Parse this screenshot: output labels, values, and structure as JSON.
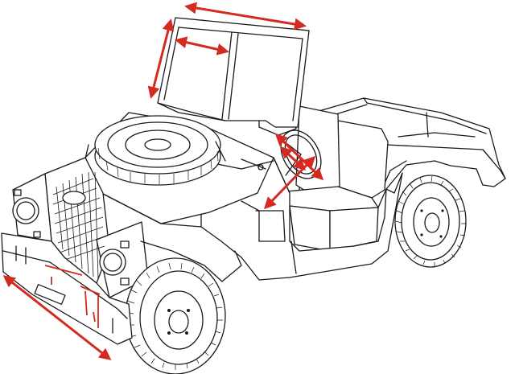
{
  "diagram": {
    "subject": "vehicle-line-drawing",
    "line_color": "#1a1a1a",
    "marker_color": "#d42a20",
    "background": "#ffffff",
    "markers": [
      {
        "id": "windscreen-width"
      },
      {
        "id": "windscreen-height"
      },
      {
        "id": "windscreen-pane-width"
      },
      {
        "id": "steering-column-length"
      },
      {
        "id": "steering-wheel-reach"
      },
      {
        "id": "dash-to-wheel-distance"
      },
      {
        "id": "front-bumper-width"
      },
      {
        "id": "front-chassis-mount"
      }
    ]
  }
}
